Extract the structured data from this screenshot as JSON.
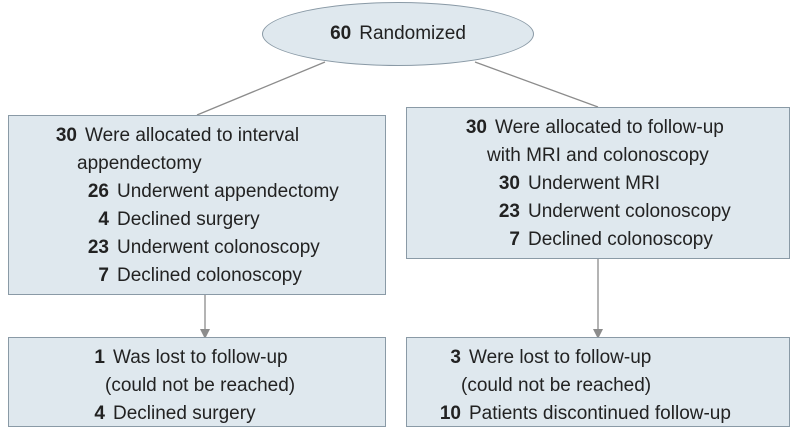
{
  "root": {
    "count": "60",
    "label": "Randomized"
  },
  "left_arm": {
    "head": {
      "count": "30",
      "line1": "Were allocated to interval",
      "line2": "appendectomy"
    },
    "items": [
      {
        "count": "26",
        "label": "Underwent appendectomy"
      },
      {
        "count": "4",
        "label": "Declined surgery"
      },
      {
        "count": "23",
        "label": "Underwent colonoscopy"
      },
      {
        "count": "7",
        "label": "Declined colonoscopy"
      }
    ],
    "followup": [
      {
        "count": "1",
        "line1": "Was lost to follow-up",
        "line2": "(could not be reached)"
      },
      {
        "count": "4",
        "line1": "Declined surgery"
      }
    ]
  },
  "right_arm": {
    "head": {
      "count": "30",
      "line1": "Were allocated to follow-up",
      "line2": "with MRI and colonoscopy"
    },
    "items": [
      {
        "count": "30",
        "label": "Underwent MRI"
      },
      {
        "count": "23",
        "label": "Underwent colonoscopy"
      },
      {
        "count": "7",
        "label": "Declined colonoscopy"
      }
    ],
    "followup": [
      {
        "count": "3",
        "line1": "Were lost to follow-up",
        "line2": "(could not be reached)"
      },
      {
        "count": "10",
        "line1": "Patients discontinued follow-up"
      }
    ]
  },
  "colors": {
    "box_fill": "#dfe8ee",
    "box_border": "#8a9aa6",
    "connector": "#8c8c8c"
  }
}
